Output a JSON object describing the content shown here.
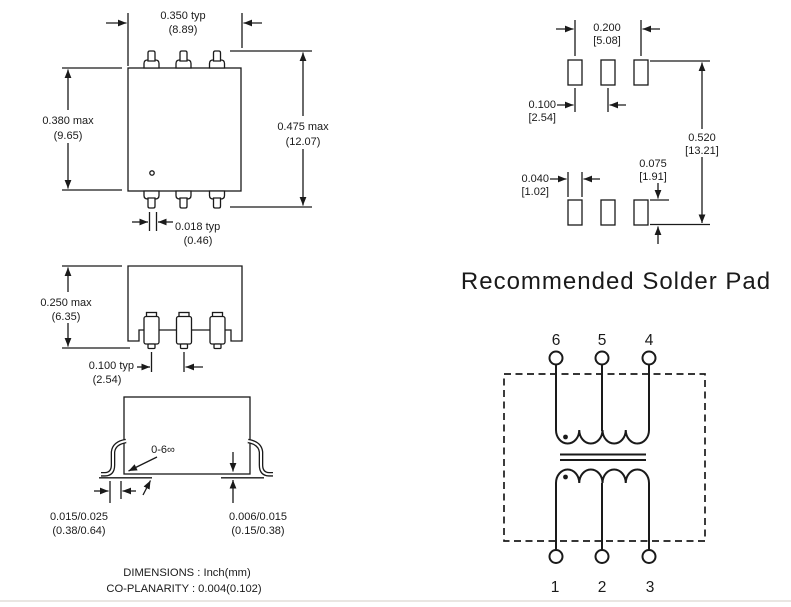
{
  "top_view": {
    "dim_width": {
      "val": "0.350 typ",
      "mm": "(8.89)"
    },
    "dim_body_height": {
      "val": "0.380 max",
      "mm": "(9.65)"
    },
    "dim_overall_height": {
      "val": "0.475 max",
      "mm": "(12.07)"
    },
    "dim_lead_width": {
      "val": "0.018 typ",
      "mm": "(0.46)"
    }
  },
  "front_view": {
    "dim_height": {
      "val": "0.250 max",
      "mm": "(6.35)"
    },
    "dim_pitch": {
      "val": "0.100 typ",
      "mm": "(2.54)"
    }
  },
  "lead_detail": {
    "angle_label": "0-6∞",
    "dim_foot_length": {
      "val": "0.015/0.025",
      "mm": "(0.38/0.64)"
    },
    "dim_standoff": {
      "val": "0.006/0.015",
      "mm": "(0.15/0.38)"
    }
  },
  "solder_pad": {
    "heading": "Recommended Solder Pad",
    "dim_outer_span": {
      "val": "0.200",
      "mm": "[5.08]"
    },
    "dim_pitch": {
      "val": "0.100",
      "mm": "[2.54]"
    },
    "dim_pad_width": {
      "val": "0.040",
      "mm": "[1.02]"
    },
    "dim_pad_height": {
      "val": "0.075",
      "mm": "[1.91]"
    },
    "dim_row_span": {
      "val": "0.520",
      "mm": "[13.21]"
    }
  },
  "schematic": {
    "pins_top": [
      "6",
      "5",
      "4"
    ],
    "pins_bottom": [
      "1",
      "2",
      "3"
    ]
  },
  "notes": {
    "dimensions": "DIMENSIONS : Inch(mm)",
    "coplanarity": "CO-PLANARITY : 0.004(0.102)"
  }
}
